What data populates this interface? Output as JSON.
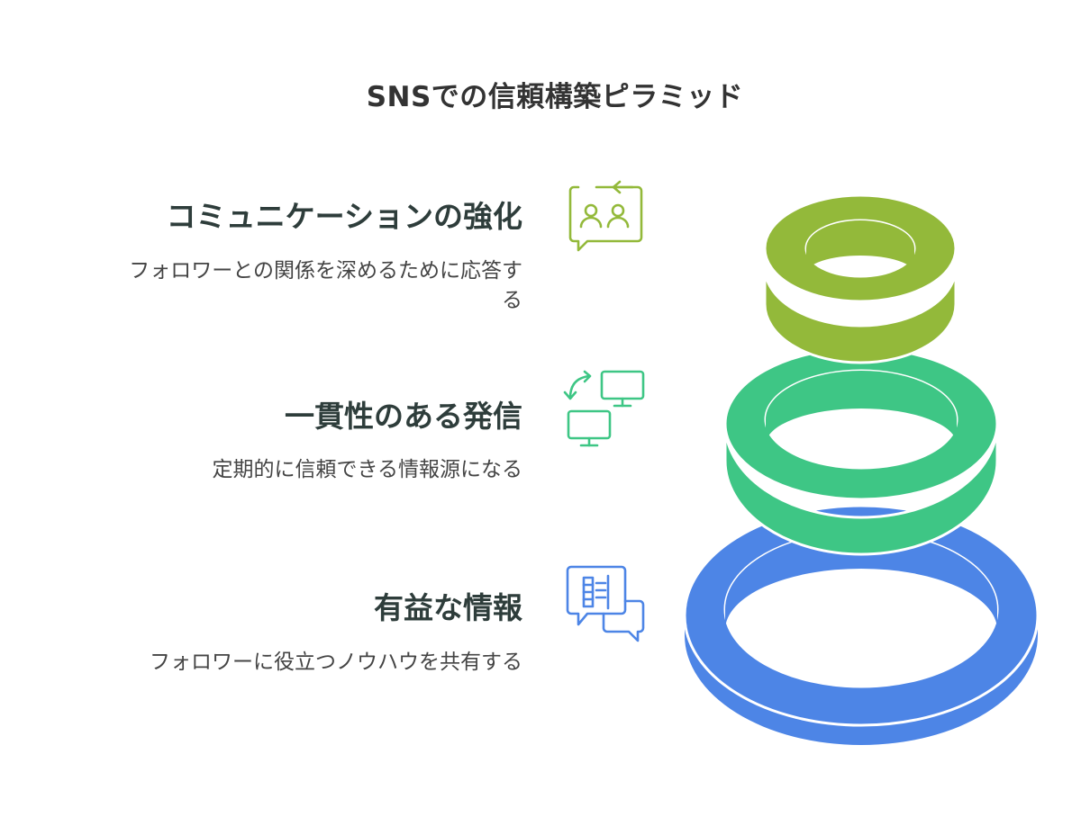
{
  "title": "SNSでの信頼構築ピラミッド",
  "tiers": [
    {
      "heading": "コミュニケーションの強化",
      "description_line1": "フォロワーとの関係を深めるために応答す",
      "description_line2": "る",
      "icon": "chat-people-icon",
      "color": "#93b93a"
    },
    {
      "heading": "一貫性のある発信",
      "description_line1": "定期的に信頼できる情報源になる",
      "icon": "monitor-sync-icon",
      "color": "#3ec685"
    },
    {
      "heading": "有益な情報",
      "description_line1": "フォロワーに役立つノウハウを共有する",
      "icon": "document-chat-icon",
      "color": "#4d85e6"
    }
  ]
}
